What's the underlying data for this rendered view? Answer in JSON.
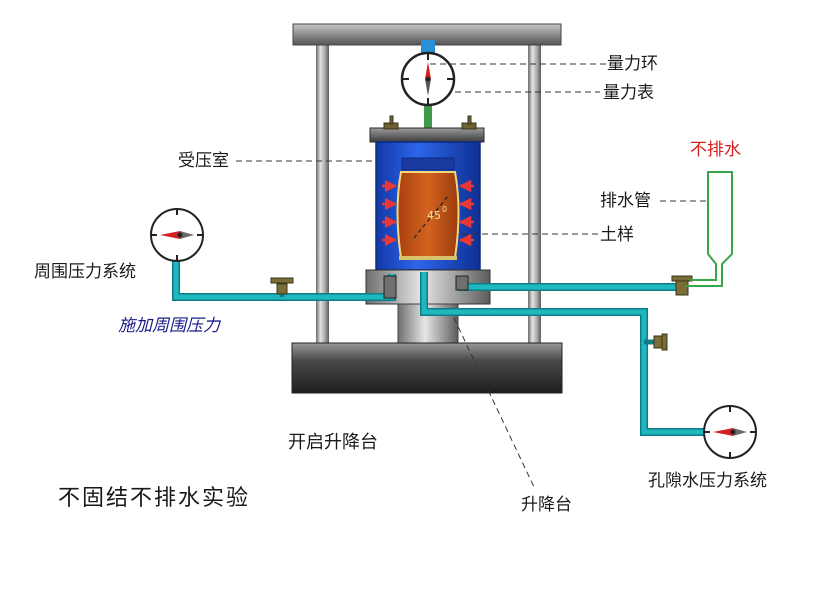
{
  "labels": {
    "force_ring": "量力环",
    "force_gauge": "量力表",
    "pressure_chamber": "受压室",
    "no_drainage": "不排水",
    "drain_pipe": "排水管",
    "soil_sample": "土样",
    "confining_pressure_system": "周围压力系统",
    "apply_confining_pressure": "施加周围压力",
    "start_platform": "开启升降台",
    "platform": "升降台",
    "pore_pressure_system": "孔隙水压力系统",
    "title": "不固结不排水实验",
    "angle": "45",
    "angle_degree": "0"
  },
  "colors": {
    "pipe": "#20b8c0",
    "pipe_dark": "#0e7e86",
    "cell_blue": "#2155d8",
    "soil": "#c8521a",
    "arrow": "#e83838",
    "drain_tube": "#3aa64a",
    "red_label": "#d42020",
    "blue_label": "#1c1c8a"
  }
}
